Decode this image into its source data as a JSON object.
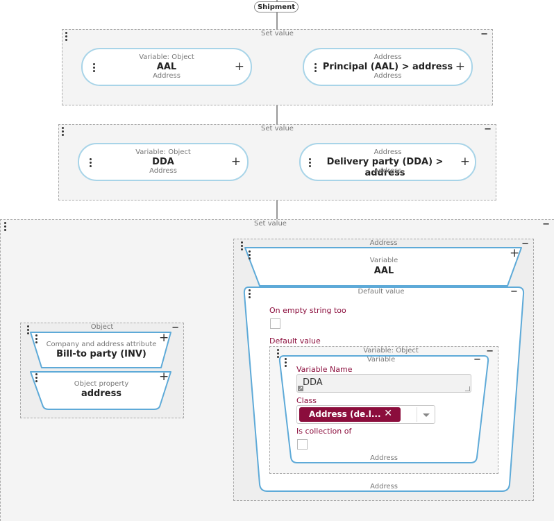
{
  "root": {
    "label": "Shipment"
  },
  "set_value_1": {
    "label": "Set value",
    "left": {
      "kind": "Variable: Object",
      "name": "AAL",
      "type": "Address"
    },
    "right": {
      "kind": "Address",
      "name": "Principal (AAL) > address",
      "type": "Address"
    }
  },
  "set_value_2": {
    "label": "Set value",
    "left": {
      "kind": "Variable: Object",
      "name": "DDA",
      "type": "Address"
    },
    "right": {
      "kind": "Address",
      "name": "Delivery party (DDA) > address",
      "type": "Address"
    }
  },
  "set_value_3": {
    "label": "Set value",
    "object": {
      "label": "Object",
      "attr": {
        "kind": "Company and address attribute",
        "name": "Bill-to party (INV)"
      },
      "prop": {
        "kind": "Object property",
        "name": "address"
      }
    },
    "address": {
      "label": "Address",
      "variable": {
        "kind": "Variable",
        "name": "AAL"
      },
      "default_value": {
        "label": "Default value",
        "empty_string_label": "On empty string too",
        "default_value_label": "Default value",
        "var_object": {
          "label": "Variable: Object",
          "variable": {
            "label": "Variable",
            "name_label": "Variable Name",
            "name_value": "DDA",
            "class_label": "Class",
            "class_value": "Address (de.l...",
            "collection_label": "Is collection of",
            "type": "Address"
          }
        },
        "type": "Address"
      }
    }
  },
  "colors": {
    "accent": "#8b0d3c",
    "border_light": "#a8d4e8",
    "border_strong": "#5eaad8",
    "arrow": "#37424a"
  }
}
